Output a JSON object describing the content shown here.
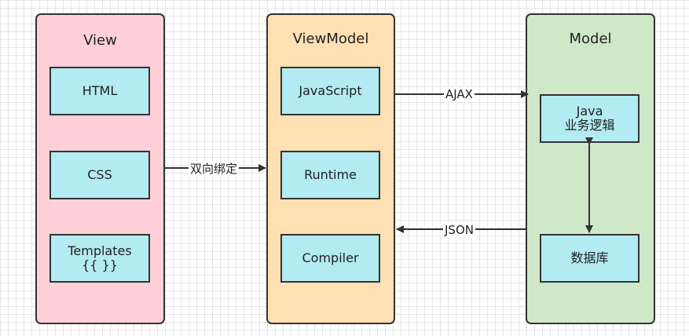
{
  "colors": {
    "view_fill": "#ffd0d8",
    "viewmodel_fill": "#ffe0b3",
    "model_fill": "#cfe8c8",
    "box_fill": "#b3ebf2",
    "stroke": "#333333"
  },
  "view": {
    "title": "View",
    "html": "HTML",
    "css": "CSS",
    "templates": "Templates",
    "templates_syntax": "{{ }}"
  },
  "viewmodel": {
    "title": "ViewModel",
    "javascript": "JavaScript",
    "runtime": "Runtime",
    "compiler": "Compiler"
  },
  "model": {
    "title": "Model",
    "java": "Java",
    "business_logic": "业务逻辑",
    "database": "数据库"
  },
  "edges": {
    "binding": "双向绑定",
    "ajax": "AJAX",
    "json": "JSON"
  }
}
